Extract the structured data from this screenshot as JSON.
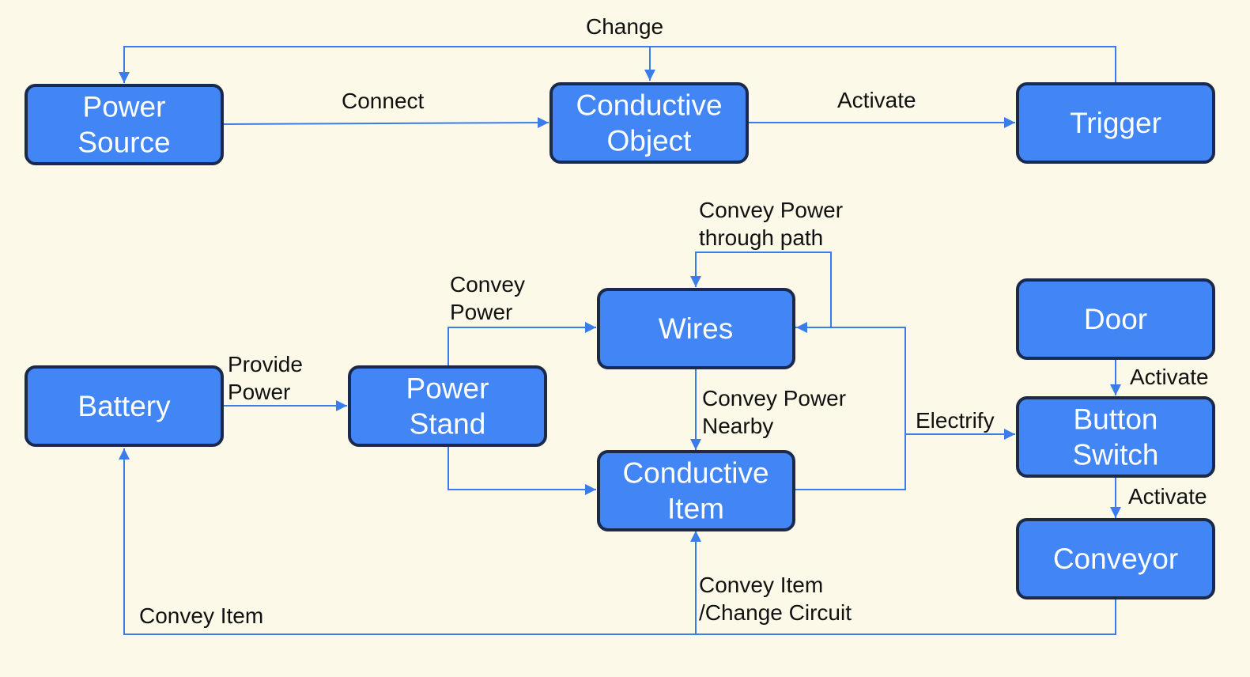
{
  "colors": {
    "background": "#fdf9e8",
    "node_fill": "#4285f4",
    "node_border": "#1b2a4a",
    "node_text": "#ffffff",
    "edge": "#3b7de8",
    "label_text": "#111111"
  },
  "nodes": {
    "power_source": [
      "Power",
      "Source"
    ],
    "conductive_object": [
      "Conductive",
      "Object"
    ],
    "trigger": [
      "Trigger"
    ],
    "battery": [
      "Battery"
    ],
    "power_stand": [
      "Power",
      "Stand"
    ],
    "wires": [
      "Wires"
    ],
    "conductive_item": [
      "Conductive",
      "Item"
    ],
    "door": [
      "Door"
    ],
    "button_switch": [
      "Button",
      "Switch"
    ],
    "conveyor": [
      "Conveyor"
    ]
  },
  "edge_labels": {
    "change": [
      "Change"
    ],
    "connect": [
      "Connect"
    ],
    "activate_top": [
      "Activate"
    ],
    "provide_power": [
      "Provide",
      "Power"
    ],
    "convey_power": [
      "Convey",
      "Power"
    ],
    "convey_power_path": [
      "Convey Power",
      "through path"
    ],
    "convey_power_nearby": [
      "Convey Power",
      "Nearby"
    ],
    "electrify": [
      "Electrify"
    ],
    "activate_door": [
      "Activate"
    ],
    "activate_conveyor": [
      "Activate"
    ],
    "convey_item": [
      "Convey Item"
    ],
    "convey_item_change": [
      "Convey Item",
      "/Change Circuit"
    ]
  }
}
